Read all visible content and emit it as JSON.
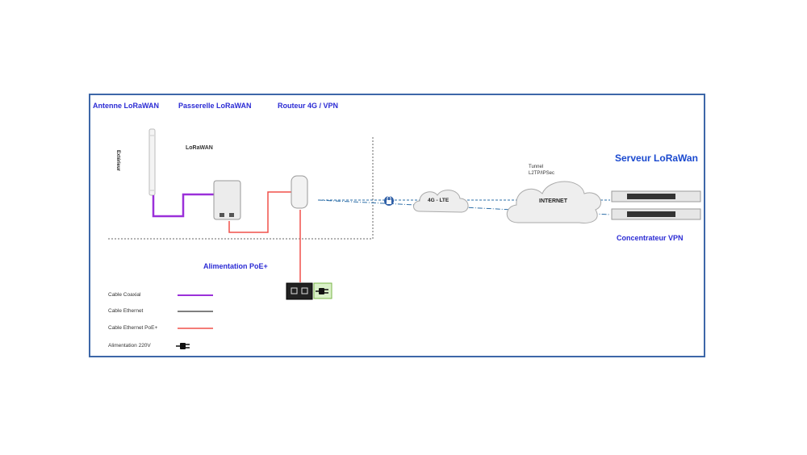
{
  "headers": {
    "antenna": "Antenne LoRaWAN",
    "gateway": "Passerelle LoRaWAN",
    "router": "Routeur 4G / VPN",
    "server": "Serveur LoRaWan",
    "concentrator": "Concentrateur VPN",
    "power": "Alimentation PoE+"
  },
  "labels": {
    "outdoor": "Extérieur",
    "lorawan_logo": "LoRaWAN",
    "tunnel_line1": "Tunnel",
    "tunnel_line2": "L2TP/IPSec",
    "cloud_lte": "4G - LTE",
    "cloud_internet": "INTERNET"
  },
  "legend": [
    {
      "label": "Cable Coaxial",
      "color": "#9b30d9",
      "kind": "line"
    },
    {
      "label": "Cable Ethernet",
      "color": "#555555",
      "kind": "line"
    },
    {
      "label": "Cable Ethernet PoE+",
      "color": "#f0504a",
      "kind": "line"
    },
    {
      "label": "Alimentation 220V",
      "color": "#000000",
      "kind": "plug-icon"
    }
  ],
  "colors": {
    "frame": "#3d67a8",
    "title_blue": "#2b2bd4",
    "coax": "#9b30d9",
    "poe": "#f0504a",
    "link": "#2e6fa8"
  }
}
